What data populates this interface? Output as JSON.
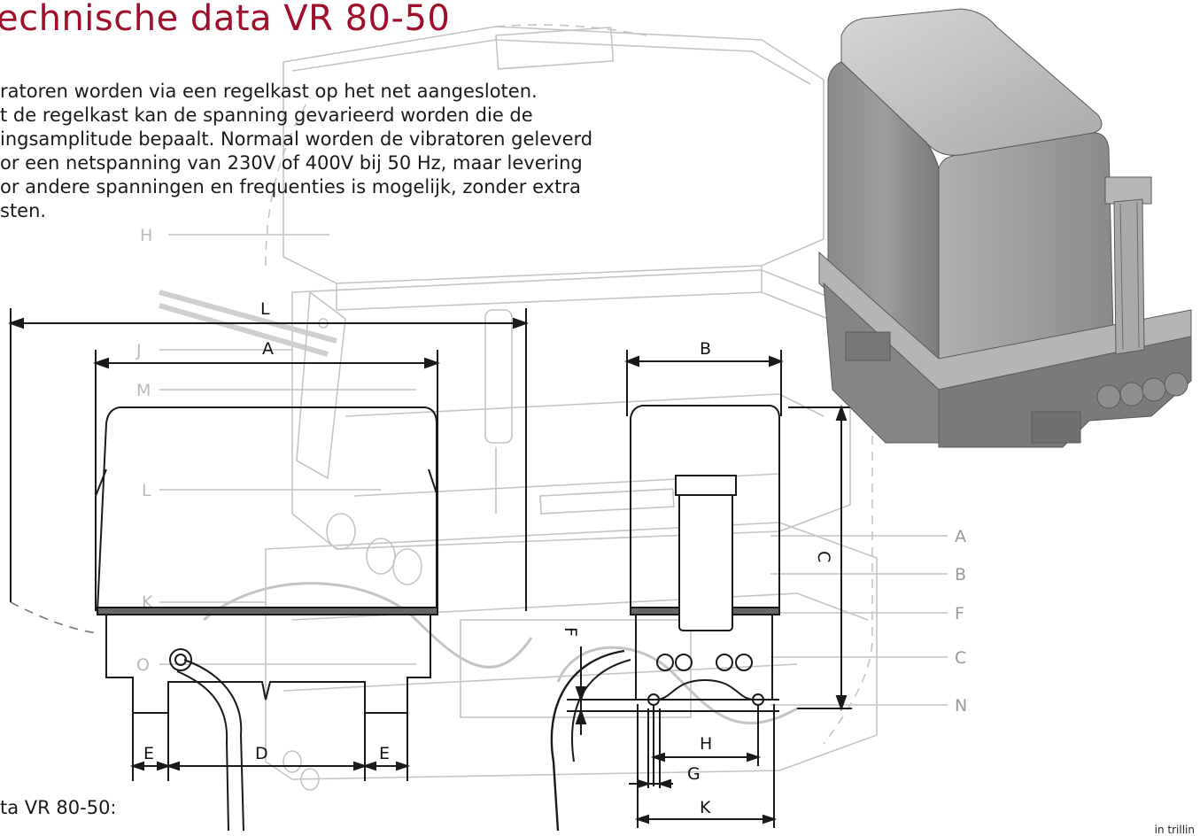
{
  "title": "echnische data VR 80-50",
  "paragraph": [
    "ratoren worden via een regelkast op het net aangesloten.",
    "t de regelkast kan de spanning gevarieerd worden die de",
    "ingsamplitude bepaalt. Normaal worden de vibratoren geleverd",
    "or een netspanning van 230V of 400V bij 50 Hz, maar levering",
    "or andere spanningen en frequenties is mogelijk, zonder extra",
    "sten."
  ],
  "caption": "ta VR 80-50:",
  "corner_text": "in trillin",
  "dimensions": {
    "front": {
      "L": "L",
      "A": "A",
      "E1": "E",
      "D": "D",
      "E2": "E"
    },
    "side": {
      "B": "B",
      "C": "C",
      "F": "F",
      "H": "H",
      "G": "G",
      "K": "K"
    }
  },
  "background_labels": {
    "left": {
      "H": "H",
      "J": "J",
      "M": "M",
      "L": "L",
      "K": "K",
      "O": "O"
    },
    "right": {
      "A": "A",
      "B": "B",
      "F": "F",
      "C": "C",
      "N": "N"
    }
  }
}
